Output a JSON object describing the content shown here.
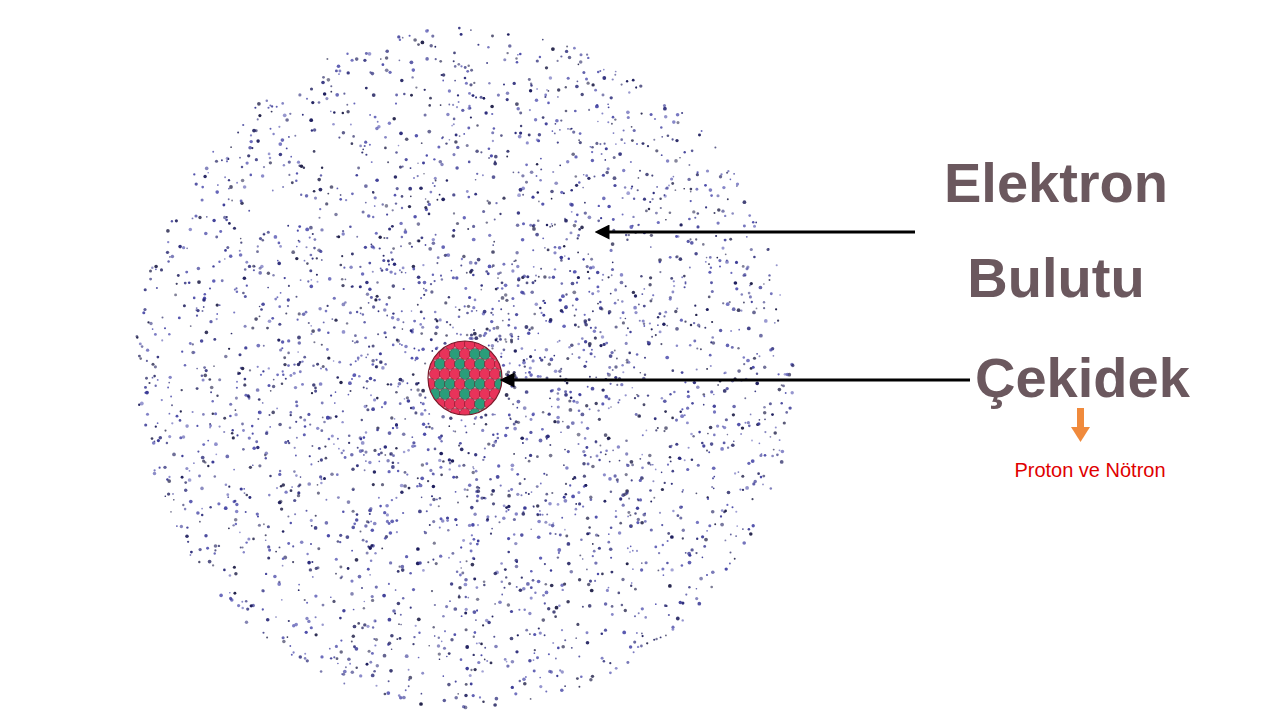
{
  "diagram": {
    "labels": [
      "Elektron Bulutu",
      "Çekidek",
      "Proton ve Nötron"
    ]
  }
}
